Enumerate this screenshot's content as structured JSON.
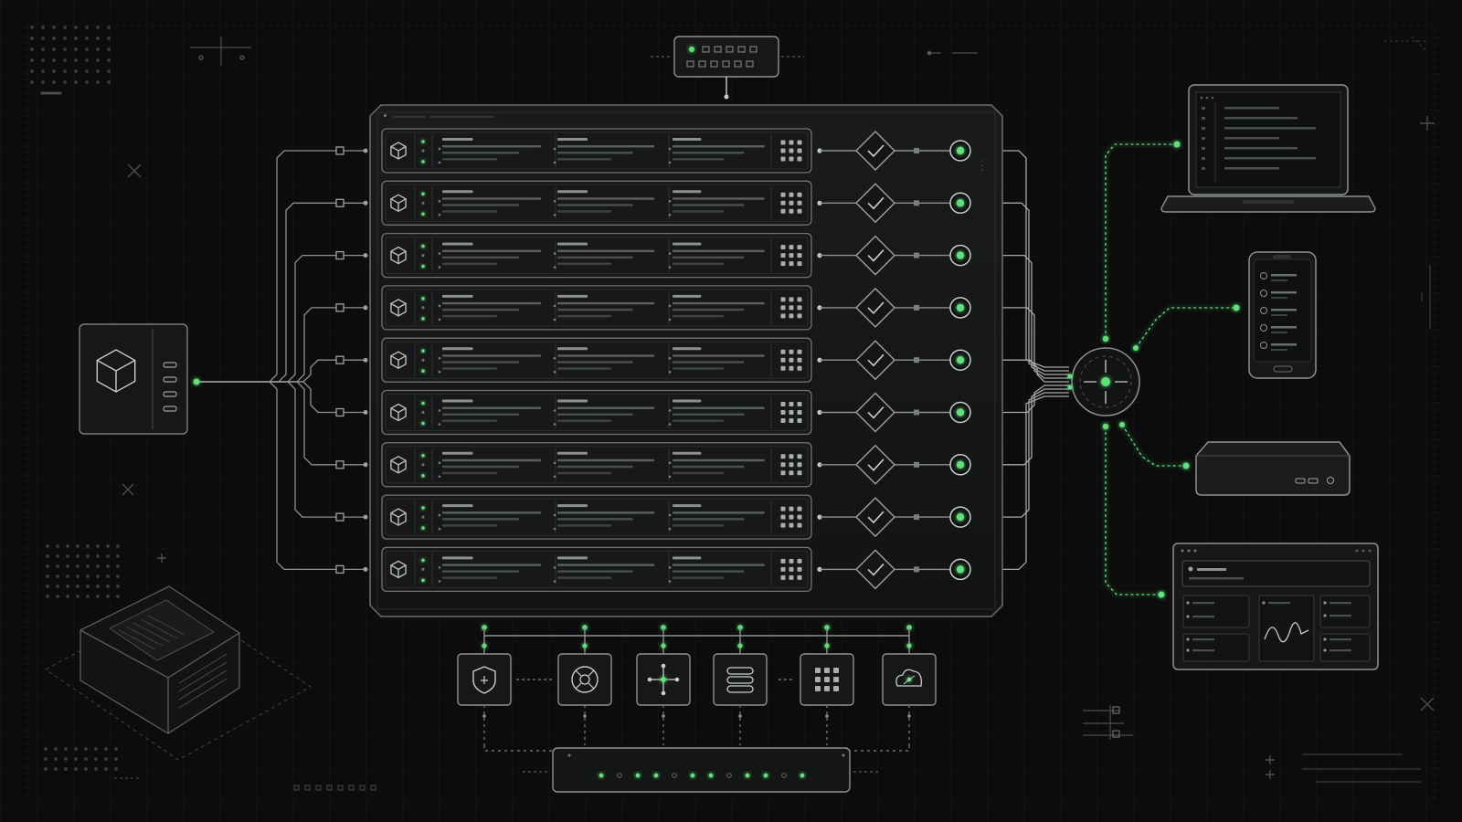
{
  "theme": {
    "background": "#0b0c0b",
    "panel": "#151716",
    "panel_alt": "#1b1d1c",
    "stroke": "#5f6361",
    "stroke_dim": "#2d302e",
    "text_dim": "#8a8e8c",
    "accent": "#5ee07a",
    "accent_dim": "#2f7a40"
  },
  "diagram": {
    "source_node": {
      "icon": "cube-icon",
      "indicator_count": 4
    },
    "rows": {
      "count": 9,
      "status": "checkmark",
      "row_icon": "cube-icon",
      "grid_icon": "grid-icon"
    },
    "top_connector": {
      "indicator_count": 12
    },
    "hub": {
      "icon": "crosshair-icon"
    },
    "clients": [
      {
        "name": "laptop",
        "icon": "laptop-icon"
      },
      {
        "name": "phone",
        "icon": "phone-icon"
      },
      {
        "name": "server-box",
        "icon": "mini-pc-icon"
      },
      {
        "name": "dashboard-window",
        "icon": "dashboard-icon"
      }
    ],
    "services": [
      {
        "icon": "shield-icon"
      },
      {
        "icon": "network-icon"
      },
      {
        "icon": "nodes-icon"
      },
      {
        "icon": "database-icon"
      },
      {
        "icon": "grid-icon"
      },
      {
        "icon": "cloud-network-icon"
      }
    ],
    "bottom_bar": {
      "indicator_count": 12
    }
  }
}
